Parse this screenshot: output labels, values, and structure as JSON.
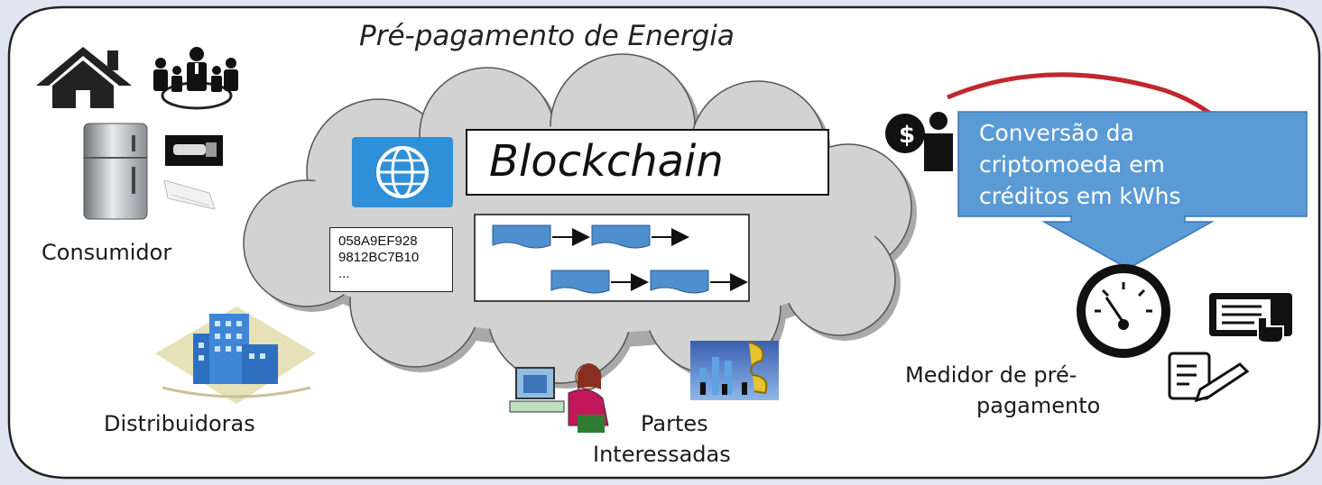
{
  "title": "Pré-pagamento de Energia",
  "blockchain_label": "Blockchain",
  "hash_lines": [
    "058A9EF928",
    "9812BC7B10",
    "..."
  ],
  "actors": {
    "consumer": "Consumidor",
    "distributors": "Distribuidoras",
    "stakeholders_line1": "Partes",
    "stakeholders_line2": "Interessadas",
    "meter_line1": "Medidor de pré-",
    "meter_line2": "pagamento"
  },
  "conversion": {
    "line1": "Conversão da",
    "line2": "criptomoeda em",
    "line3": "créditos em kWhs"
  },
  "icons": [
    "house-icon",
    "people-network-icon",
    "refrigerator-icon",
    "lamp-icon",
    "air-conditioner-icon",
    "globe-icon",
    "buildings-icon",
    "person-at-computer-icon",
    "business-chart-icon",
    "money-person-icon",
    "gauge-icon",
    "touch-screen-icon",
    "document-edit-icon"
  ],
  "colors": {
    "frame_border": "#222222",
    "cloud_fill": "#d0d0d0",
    "block_fill": "#4f8fce",
    "callout_fill": "#5b9bd5",
    "globe_tile": "#2f8fd8",
    "arc": "#c0282f"
  }
}
